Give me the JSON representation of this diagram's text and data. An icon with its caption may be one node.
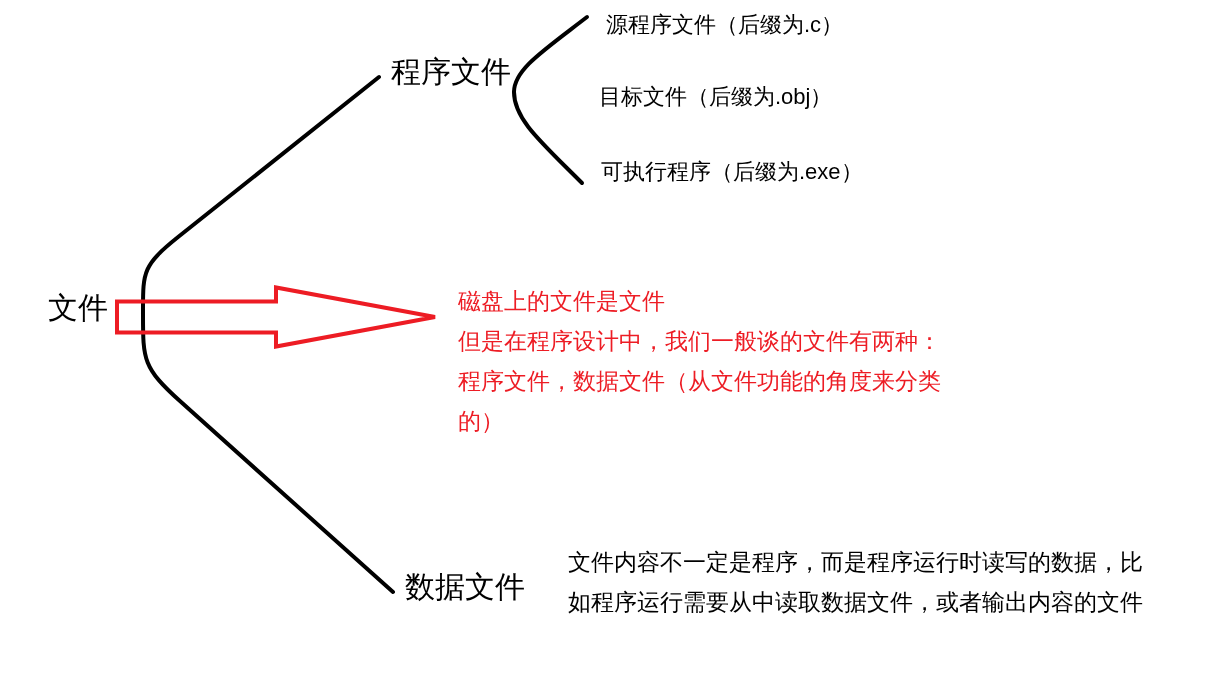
{
  "diagram": {
    "nodes": [
      {
        "text": [
          "文件"
        ]
      },
      {
        "text": [
          "程序文件"
        ]
      },
      {
        "text": [
          "数据文件"
        ]
      },
      {
        "text": [
          "源程序文件（后缀为.c）"
        ]
      },
      {
        "text": [
          "目标文件（后缀为.obj）"
        ]
      },
      {
        "text": [
          "可执行程序（后缀为.exe）"
        ]
      },
      {
        "text": [
          "磁盘上的文件是文件",
          "但是在程序设计中，我们一般谈的文件有两种：程序文件，数据文件（从文件功能的角度来分类的）"
        ]
      }
    ],
    "edges": [
      {
        "from": 0,
        "to": 1,
        "arrow": "none"
      },
      {
        "from": 0,
        "to": 2,
        "arrow": "none"
      },
      {
        "from": 1,
        "to": 3,
        "arrow": "none"
      },
      {
        "from": 1,
        "to": 5,
        "arrow": "none"
      },
      {
        "from": 0,
        "to": 6,
        "arrow": "to",
        "color": "#ed1c24"
      }
    ],
    "labels": [
      "文件内容不一定是程序，而是程序运行时读写的数据，比如程序运行需要从中读取数据文件，或者输出内容的文件"
    ]
  }
}
